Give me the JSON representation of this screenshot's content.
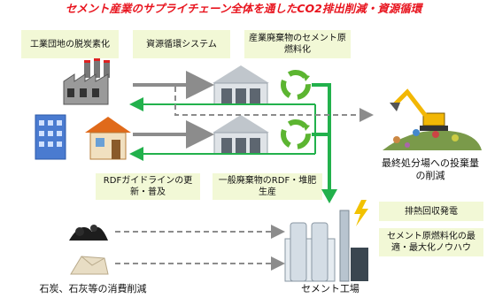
{
  "title": "セメント産業のサプライチェーン全体を通したCO2排出削減・資源循環",
  "labels": {
    "industrial_decarb": "工業団地の脱炭素化",
    "resource_system": "資源循環システム",
    "industrial_waste_fuel": "産業廃棄物のセメント原燃料化",
    "rdf_guideline": "RDFガイドラインの更新・普及",
    "general_waste_rdf": "一般廃棄物のRDF・堆肥生産",
    "waste_heat_power": "排熱回収発電",
    "cement_knowhow": "セメント原燃料化の最適・最大化ノウハウ",
    "landfill_reduction": "最終処分場への投棄量の削減",
    "coal_limestone_reduction": "石炭、石灰等の消費削減",
    "cement_plant": "セメント工場"
  },
  "colors": {
    "title_red": "#e8141e",
    "box_green": "#f2f8d6",
    "arrow_green": "#22b14c",
    "arrow_gray": "#8c8c8c",
    "recycle_green": "#5cb531"
  }
}
